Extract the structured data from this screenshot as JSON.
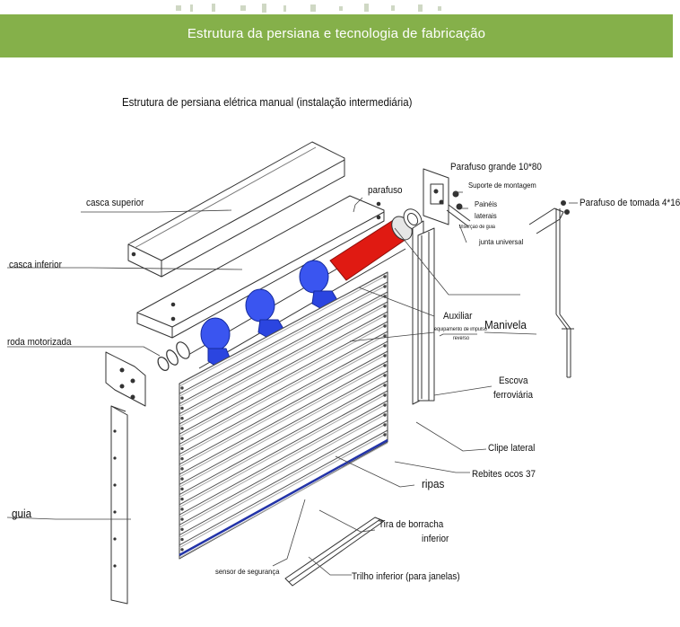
{
  "banner": {
    "title": "Estrutura da persiana e tecnologia de fabricação",
    "color": "#85b04a"
  },
  "diagram": {
    "subtitle": "Estrutura de persiana elétrica manual (instalação intermediária)",
    "labels": {
      "casca_superior": "casca superior",
      "parafuso": "parafuso",
      "casca_inferior": "casca inferior",
      "roda_motorizada": "roda motorizada",
      "guia": "guia",
      "parafuso_grande": "Parafuso grande 10*80",
      "suporte_montagem": "Suporte de montagem",
      "paineis_laterais_1": "Painéis",
      "paineis_laterais_2": "laterais",
      "insercao_guia": "Inserção de guia",
      "junta_universal": "junta universal",
      "parafuso_tomada": "Parafuso de tomada 4*16",
      "auxiliar": "Auxiliar",
      "equipamento_1": "equipamento de impulso",
      "equipamento_2": "reverso",
      "manivela": "Manivela",
      "escova_1": "Escova",
      "escova_2": "ferroviária",
      "clipe_lateral": "Clipe lateral",
      "rebites": "Rebites ocos 37",
      "ripas": "ripas",
      "tira_1": "Tira de borracha",
      "tira_2": "inferior",
      "sensor": "sensor de segurança",
      "trilho": "Trilho inferior (para janelas)"
    },
    "colors": {
      "bracket": "#2b45e0",
      "motor": "#e01a12",
      "bottom_bar": "#2233a8",
      "line": "#333333"
    }
  }
}
